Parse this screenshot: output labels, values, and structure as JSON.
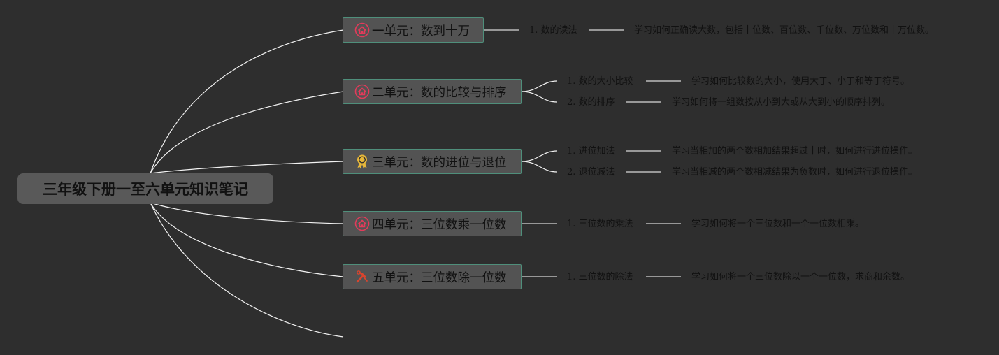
{
  "root": {
    "title": "三年级下册一至六单元知识笔记"
  },
  "units": [
    {
      "label": "一单元：数到十万",
      "icon": "home-icon",
      "icon_color": "#e23b5a",
      "topics": [
        {
          "label": "1. 数的读法",
          "desc": "学习如何正确读大数，包括十位数、百位数、千位数、万位数和十万位数。"
        }
      ]
    },
    {
      "label": "二单元：数的比较与排序",
      "icon": "home-icon",
      "icon_color": "#e23b5a",
      "topics": [
        {
          "label": "1. 数的大小比较",
          "desc": "学习如何比较数的大小，使用大于、小于和等于符号。"
        },
        {
          "label": "2. 数的排序",
          "desc": "学习如何将一组数按从小到大或从大到小的顺序排列。"
        }
      ]
    },
    {
      "label": "三单元：数的进位与退位",
      "icon": "medal-icon",
      "icon_color": "#e8b83a",
      "topics": [
        {
          "label": "1. 进位加法",
          "desc": "学习当相加的两个数相加结果超过十时，如何进行进位操作。"
        },
        {
          "label": "2. 退位减法",
          "desc": "学习当相减的两个数相减结果为负数时，如何进行退位操作。"
        }
      ]
    },
    {
      "label": "四单元：三位数乘一位数",
      "icon": "home-icon",
      "icon_color": "#e23b5a",
      "topics": [
        {
          "label": "1. 三位数的乘法",
          "desc": "学习如何将一个三位数和一个一位数相乘。"
        }
      ]
    },
    {
      "label": "五单元：三位数除一位数",
      "icon": "tools-icon",
      "icon_color": "#d8452e",
      "topics": [
        {
          "label": "1. 三位数的除法",
          "desc": "学习如何将一个三位数除以一个一位数，求商和余数。"
        }
      ]
    }
  ]
}
